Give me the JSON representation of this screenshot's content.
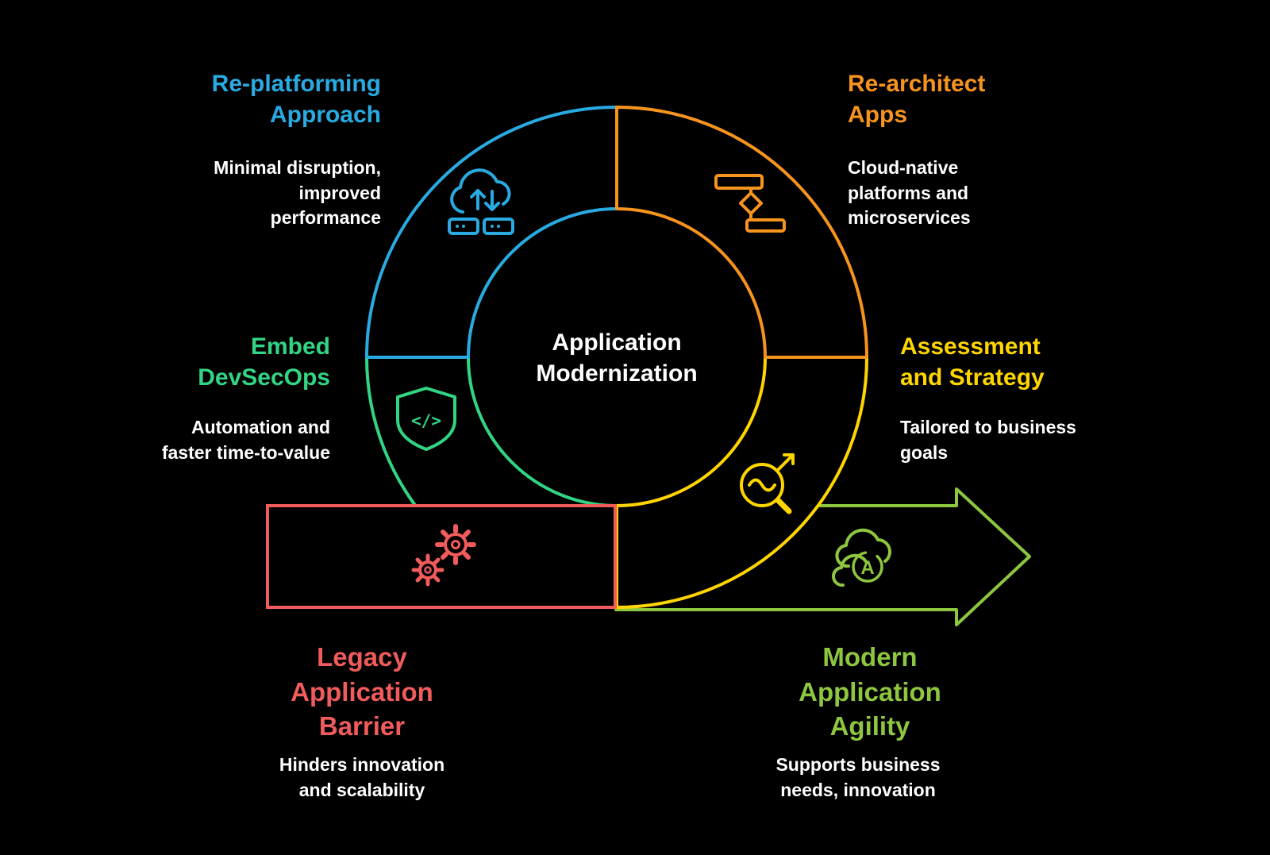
{
  "diagram_title": "Application Modernization cycle",
  "center": {
    "title": "Application\nModernization"
  },
  "colors": {
    "background": "#000000",
    "blue": "#29ABE2",
    "orange": "#F7941E",
    "teal": "#32D583",
    "yellow": "#FFD500",
    "red": "#F15B5B",
    "green": "#8DC63F",
    "white": "#FFFFFF"
  },
  "segments": {
    "replatforming": {
      "title": "Re-platforming\nApproach",
      "desc": "Minimal disruption,\nimproved\nperformance",
      "icon": "cloud-migration-icon",
      "color": "#29ABE2"
    },
    "rearchitect": {
      "title": "Re-architect\nApps",
      "desc": "Cloud-native\nplatforms and\nmicroservices",
      "icon": "flowchart-icon",
      "color": "#F7941E"
    },
    "devsecops": {
      "title": "Embed\nDevSecOps",
      "desc": "Automation and\nfaster time-to-value",
      "icon": "shield-code-icon",
      "icon_glyph": "</>",
      "color": "#32D583"
    },
    "assessment": {
      "title": "Assessment\nand Strategy",
      "desc": "Tailored to business\ngoals",
      "icon": "sync-assessment-icon",
      "color": "#FFD500"
    },
    "legacy": {
      "title": "Legacy\nApplication\nBarrier",
      "desc": "Hinders innovation\nand scalability",
      "icon": "gears-icon",
      "color": "#F15B5B"
    },
    "modern": {
      "title": "Modern\nApplication\nAgility",
      "desc": "Supports business\nneeds, innovation",
      "icon": "cloud-agility-icon",
      "icon_letter": "A",
      "color": "#8DC63F"
    }
  }
}
